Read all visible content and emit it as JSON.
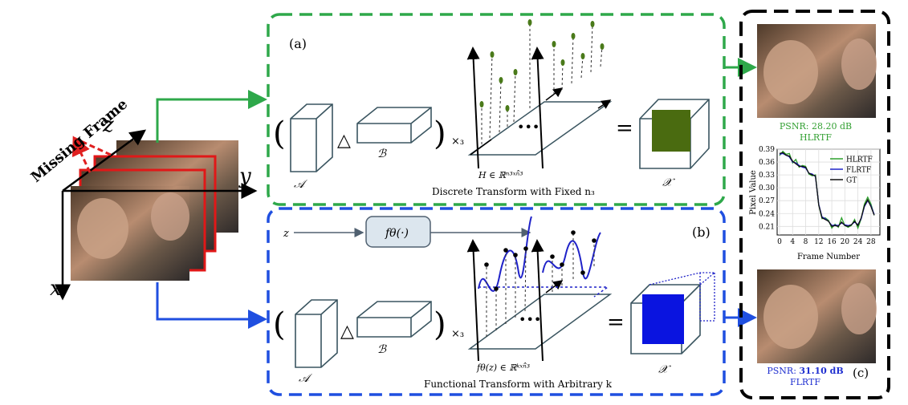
{
  "left": {
    "missing_frame_label": "Missing Frame",
    "axis_x": "x",
    "axis_y": "y",
    "axis_z": "z"
  },
  "panel_a": {
    "tag": "(a)",
    "paren_open": "(",
    "paren_close": ")",
    "factor_a": "𝒜",
    "op_triangle": "△",
    "factor_b": "ℬ",
    "times3": "×₃",
    "matrix_label": "H ∈ ℝⁿ³ˣⁿ̂³",
    "equals": "=",
    "result_label": "𝒳",
    "caption": "Discrete Transform with Fixed n₃",
    "dots": "•••",
    "color": "#4a6b10"
  },
  "panel_b": {
    "tag": "(b)",
    "input_z": "z",
    "func_box": "fθ(·)",
    "paren_open": "(",
    "paren_close": ")",
    "factor_a": "𝒜",
    "op_triangle": "△",
    "factor_b": "ℬ",
    "times3": "×₃",
    "matrix_label": "fθ(z) ∈ ℝᵏˣⁿ̂³",
    "equals": "=",
    "result_label": "𝒳",
    "caption": "Functional Transform with Arbitrary k",
    "dots": "•••",
    "color": "#0a14e0"
  },
  "panel_c": {
    "tag": "(c)",
    "top_result": {
      "psnr_prefix": "PSNR: ",
      "psnr_value": "28.20 dB",
      "method": "HLRTF",
      "color": "#33a033"
    },
    "bottom_result": {
      "psnr_prefix": "PSNR: ",
      "psnr_value": "31.10 dB",
      "method": "FLRTF",
      "color": "#1f2fd0"
    }
  },
  "chart_data": {
    "type": "line",
    "xlabel": "Frame Number",
    "ylabel": "Pixel Value",
    "xlim": [
      0,
      30
    ],
    "ylim": [
      0.19,
      0.39
    ],
    "xticks": [
      0,
      4,
      8,
      12,
      16,
      20,
      24,
      28
    ],
    "yticks": [
      0.21,
      0.24,
      0.27,
      0.3,
      0.33,
      0.36,
      0.39
    ],
    "legend_position": "top-right",
    "grid": true,
    "x": [
      0,
      1,
      2,
      3,
      4,
      5,
      6,
      7,
      8,
      9,
      10,
      11,
      12,
      13,
      14,
      15,
      16,
      17,
      18,
      19,
      20,
      21,
      22,
      23,
      24,
      25,
      26,
      27,
      28,
      29
    ],
    "series": [
      {
        "name": "HLRTF",
        "color": "#2ca02c",
        "values": [
          0.375,
          0.385,
          0.378,
          0.38,
          0.358,
          0.366,
          0.348,
          0.352,
          0.35,
          0.332,
          0.328,
          0.33,
          0.26,
          0.228,
          0.23,
          0.224,
          0.206,
          0.215,
          0.208,
          0.23,
          0.212,
          0.208,
          0.212,
          0.226,
          0.206,
          0.228,
          0.262,
          0.278,
          0.262,
          0.236
        ]
      },
      {
        "name": "FLRTF",
        "color": "#1f22c8",
        "values": [
          0.378,
          0.38,
          0.376,
          0.372,
          0.36,
          0.358,
          0.352,
          0.348,
          0.346,
          0.334,
          0.332,
          0.326,
          0.262,
          0.232,
          0.228,
          0.222,
          0.212,
          0.213,
          0.212,
          0.218,
          0.214,
          0.212,
          0.214,
          0.22,
          0.214,
          0.228,
          0.256,
          0.27,
          0.258,
          0.238
        ]
      },
      {
        "name": "GT",
        "color": "#111111",
        "values": [
          0.38,
          0.382,
          0.376,
          0.374,
          0.362,
          0.356,
          0.35,
          0.35,
          0.348,
          0.334,
          0.33,
          0.328,
          0.26,
          0.23,
          0.226,
          0.222,
          0.21,
          0.212,
          0.21,
          0.22,
          0.212,
          0.21,
          0.214,
          0.222,
          0.212,
          0.23,
          0.258,
          0.272,
          0.256,
          0.236
        ]
      }
    ]
  }
}
